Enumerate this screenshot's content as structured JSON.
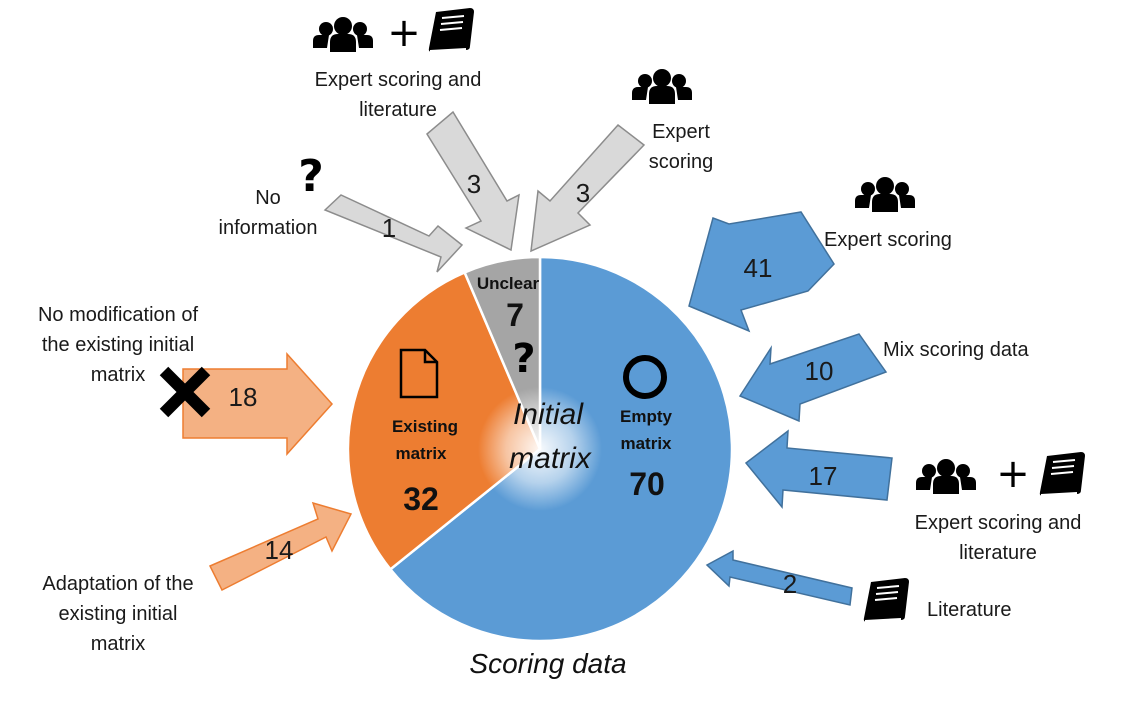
{
  "center_label": [
    "Initial",
    "matrix"
  ],
  "bottom_label": "Scoring data",
  "colors": {
    "empty": "#5b9bd5",
    "existing": "#ed7d31",
    "unclear": "#a5a5a5",
    "arrow_blue_fill": "#5b9bd5",
    "arrow_blue_stroke": "#41719c",
    "arrow_orange_fill": "#f4b183",
    "arrow_orange_stroke": "#ed7d31",
    "arrow_grey_fill": "#d9d9d9",
    "arrow_grey_stroke": "#8c8c8c"
  },
  "segments": [
    {
      "id": "empty",
      "label": [
        "Empty",
        "matrix"
      ],
      "value": "70",
      "icon": "circle-icon"
    },
    {
      "id": "existing",
      "label": [
        "Existing",
        "matrix"
      ],
      "value": "32",
      "icon": "document-icon"
    },
    {
      "id": "unclear",
      "label": [
        "Unclear"
      ],
      "value": "7",
      "icon": "question-icon"
    }
  ],
  "pie_values": [
    70,
    32,
    7
  ],
  "arrows": {
    "expert_scoring": {
      "value": "41",
      "label": [
        "Expert scoring"
      ]
    },
    "mix": {
      "value": "10",
      "label": [
        "Mix scoring data"
      ]
    },
    "expert_lit": {
      "value": "17",
      "label": [
        "Expert scoring and",
        "literature"
      ]
    },
    "literature": {
      "value": "2",
      "label": [
        "Literature"
      ]
    },
    "no_mod": {
      "value": "18",
      "label": [
        "No modification of",
        "the existing initial",
        "matrix"
      ]
    },
    "adaptation": {
      "value": "14",
      "label": [
        "Adaptation of the",
        "existing initial",
        "matrix"
      ]
    },
    "no_info": {
      "value": "1",
      "label": [
        "No",
        "information"
      ]
    },
    "top_expert_lit": {
      "value": "3",
      "label": [
        "Expert scoring and",
        "literature"
      ]
    },
    "top_expert": {
      "value": "3",
      "label": [
        "Expert",
        "scoring"
      ]
    }
  },
  "plus_sign": "+"
}
